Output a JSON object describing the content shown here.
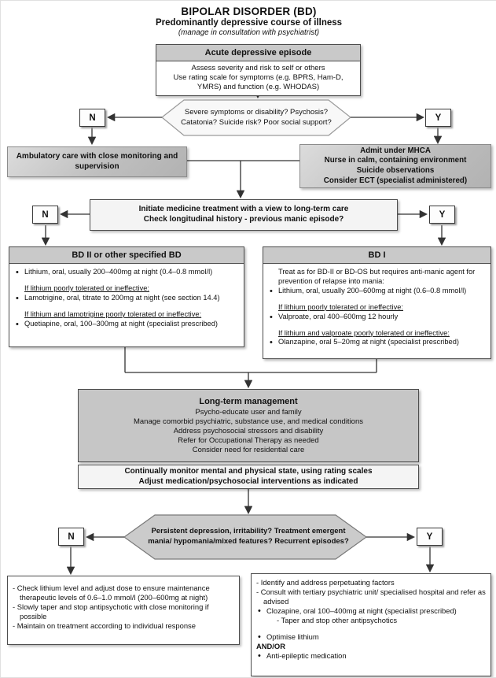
{
  "title": {
    "main": "BIPOLAR DISORDER (BD)",
    "sub": "Predominantly depressive course of illness",
    "note": "(manage in consultation with psychiatrist)"
  },
  "acute": {
    "header": "Acute depressive episode",
    "lines": [
      "Assess severity and risk to self or others",
      "Use rating scale for symptoms (e.g. BPRS, Ham-D, YMRS) and function (e.g. WHODAS)"
    ]
  },
  "decision1": {
    "text": "Severe symptoms or disability? Psychosis? Catatonia? Suicide risk? Poor social support?",
    "no": "N",
    "yes": "Y"
  },
  "ambulatory": {
    "text": "Ambulatory care with close monitoring and supervision"
  },
  "admit": {
    "lines": [
      "Admit under MHCA",
      "Nurse in calm, containing environment",
      "Suicide observations",
      "Consider ECT (specialist administered)"
    ]
  },
  "initiate": {
    "lines": [
      "Initiate medicine treatment with a view to long-term care",
      "Check longitudinal history - previous manic episode?"
    ],
    "no": "N",
    "yes": "Y"
  },
  "bd2": {
    "header": "BD II or other specified BD",
    "items": [
      {
        "text": "Lithium, oral, usually 200–400mg at night (0.4–0.8 mmol/l)",
        "style": "bullet"
      },
      {
        "text": "If lithium poorly tolerated or ineffective:",
        "style": "underline gap"
      },
      {
        "text": "Lamotrigine, oral, titrate to 200mg at night (see section 14.4)",
        "style": "bullet"
      },
      {
        "text": "If lithium and lamotrigine poorly tolerated or ineffective:",
        "style": "underline gap"
      },
      {
        "text": "Quetiapine, oral, 100–300mg at night (specialist prescribed)",
        "style": "bullet"
      }
    ]
  },
  "bd1": {
    "header": "BD I",
    "items": [
      {
        "text": "Treat as for BD-II or BD-OS but requires anti-manic agent for prevention of relapse into mania:",
        "style": "plain"
      },
      {
        "text": "Lithium, oral, usually 200–600mg at night (0.6–0.8 mmol/l)",
        "style": "bullet"
      },
      {
        "text": "If lithium poorly tolerated or ineffective:",
        "style": "underline gap"
      },
      {
        "text": "Valproate, oral 400–600mg 12 hourly",
        "style": "bullet"
      },
      {
        "text": "If lithium and valproate poorly tolerated or ineffective:",
        "style": "underline gap"
      },
      {
        "text": "Olanzapine, oral 5–20mg at night (specialist prescribed)",
        "style": "bullet"
      }
    ]
  },
  "longterm": {
    "title": "Long-term management",
    "lines": [
      "Psycho-educate user and family",
      "Manage comorbid psychiatric, substance use, and medical conditions",
      "Address psychosocial stressors and disability",
      "Refer for Occupational Therapy as needed",
      "Consider need for residential care"
    ]
  },
  "monitor": {
    "lines": [
      "Continually monitor mental and physical state, using rating scales",
      "Adjust medication/psychosocial interventions as indicated"
    ]
  },
  "decision2": {
    "text": "Persistent depression, irritability? Treatment emergent mania/ hypomania/mixed features? Recurrent episodes?",
    "no": "N",
    "yes": "Y"
  },
  "outcome_no": {
    "items": [
      {
        "text": "- Check lithium level and adjust dose to ensure maintenance therapeutic levels of 0.6–1.0 mmol/l (200–600mg at night)",
        "style": "hang"
      },
      {
        "text": "- Slowly taper and stop antipsychotic with close monitoring if possible",
        "style": "hang"
      },
      {
        "text": "- Maintain on treatment according to individual response",
        "style": "hang"
      }
    ]
  },
  "outcome_yes": {
    "items": [
      {
        "text": "- Identify and address perpetuating factors",
        "style": "hang"
      },
      {
        "text": "- Consult with tertiary psychiatric unit/ specialised hospital and refer as advised",
        "style": "hang"
      },
      {
        "text": "Clozapine, oral 100–400mg at night (specialist prescribed)",
        "style": "bullet"
      },
      {
        "text": "- Taper and stop other antipsychotics",
        "style": "sub"
      },
      {
        "text": "Optimise lithium",
        "style": "bullet gap"
      },
      {
        "text": "AND/OR",
        "style": "bold"
      },
      {
        "text": "Anti-epileptic medication",
        "style": "bullet"
      }
    ]
  },
  "colors": {
    "header_gray": "#c9c9c9",
    "panel_gray": "#bfbfbf",
    "light_panel": "#f4f4f4",
    "decision_gray": "#cbcbcb",
    "decision_light": "#f8f8f8",
    "connector": "#333333"
  }
}
